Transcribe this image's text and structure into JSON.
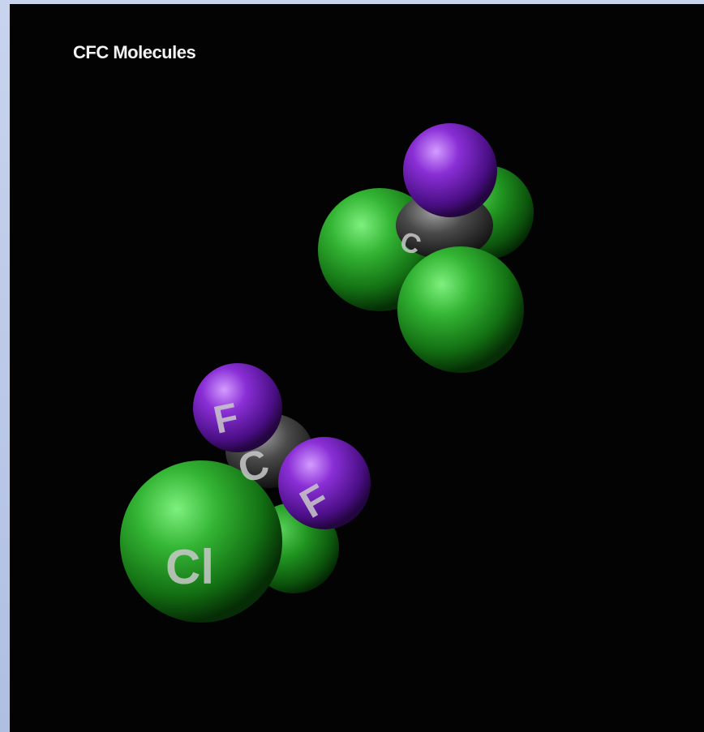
{
  "title": "CFC Molecules",
  "molecule_2": {
    "carbon_label": "C",
    "fluorine_label_1": "F",
    "fluorine_label_2": "F",
    "chlorine_label": "Cl"
  },
  "colors": {
    "background": "#030303",
    "frame": "#b9c9e6",
    "chlorine": "#2fae2f",
    "fluorine": "#8a2fd6",
    "carbon": "#4a4a4a",
    "label": "#c9c9c9"
  }
}
